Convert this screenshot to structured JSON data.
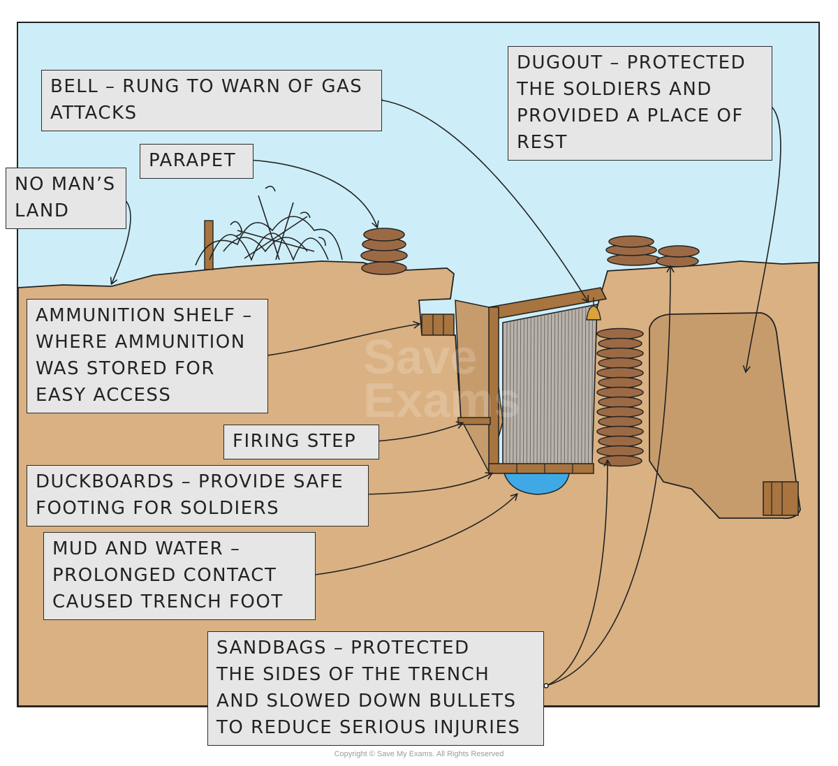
{
  "labels": {
    "bell": [
      "BELL – RUNG TO WARN OF GAS",
      "ATTACKS"
    ],
    "dugout": [
      "DUGOUT – PROTECTED",
      "THE SOLDIERS AND",
      "PROVIDED A PLACE OF",
      "REST"
    ],
    "parapet": [
      "PARAPET"
    ],
    "no_mans_land": [
      "NO MAN’S",
      "LAND"
    ],
    "ammunition_shelf": [
      "AMMUNITION SHELF –",
      "WHERE AMMUNITION",
      "WAS STORED FOR",
      "EASY ACCESS"
    ],
    "firing_step": [
      "FIRING STEP"
    ],
    "duckboards": [
      "DUCKBOARDS – PROVIDE SAFE",
      "FOOTING FOR SOLDIERS"
    ],
    "mud_and_water": [
      "MUD AND WATER –",
      "PROLONGED CONTACT",
      "CAUSED TRENCH FOOT"
    ],
    "sandbags": [
      "SANDBAGS – PROTECTED",
      "THE SIDES OF THE TRENCH",
      "AND SLOWED DOWN BULLETS",
      "TO REDUCE SERIOUS INJURIES"
    ]
  },
  "watermark": [
    "Save",
    "Exams"
  ],
  "copyright": "Copyright © Save My Exams. All Rights Reserved",
  "colors": {
    "sky": "#cdeef8",
    "earth": "#d9b183",
    "earth_dark": "#c79c6c",
    "sandbag": "#9b6a45",
    "wood": "#a8743f",
    "water": "#3fa9e6",
    "label_bg": "#e6e6e6"
  }
}
